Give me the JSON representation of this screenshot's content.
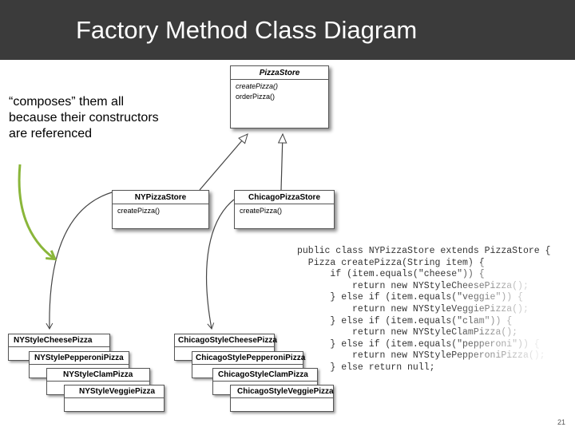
{
  "title": "Factory Method Class Diagram",
  "note": [
    "“composes” them all",
    "because their constructors",
    "are referenced"
  ],
  "pizza_store": {
    "name": "PizzaStore",
    "methods": [
      "createPizza()",
      "orderPizza()"
    ]
  },
  "ny_store": {
    "name": "NYPizzaStore",
    "methods": [
      "createPizza()"
    ]
  },
  "chicago_store": {
    "name": "ChicagoPizzaStore",
    "methods": [
      "createPizza()"
    ]
  },
  "ny_pizzas": [
    "NYStyleCheesePizza",
    "NYStylePepperoniPizza",
    "NYStyleClamPizza",
    "NYStyleVeggiePizza"
  ],
  "chicago_pizzas": [
    "ChicagoStyleCheesePizza",
    "ChicagoStylePepperoniPizza",
    "ChicagoStyleClamPizza",
    "ChicagoStyleVeggiePizza"
  ],
  "code_lines": [
    "public class NYPizzaStore extends PizzaStore {",
    "",
    "  Pizza createPizza(String item) {",
    "      if (item.equals(\"cheese\")) {",
    "          return new NYStyleCheesePizza();",
    "      } else if (item.equals(\"veggie\")) {",
    "          return new NYStyleVeggiePizza();",
    "      } else if (item.equals(\"clam\")) {",
    "          return new NYStyleClamPizza();",
    "      } else if (item.equals(\"pepperoni\")) {",
    "          return new NYStylePepperoniPizza();",
    "      } else return null;"
  ],
  "page_number": "21",
  "colors": {
    "header": "#3b3b3b",
    "arrow_green": "#8ab63a"
  }
}
